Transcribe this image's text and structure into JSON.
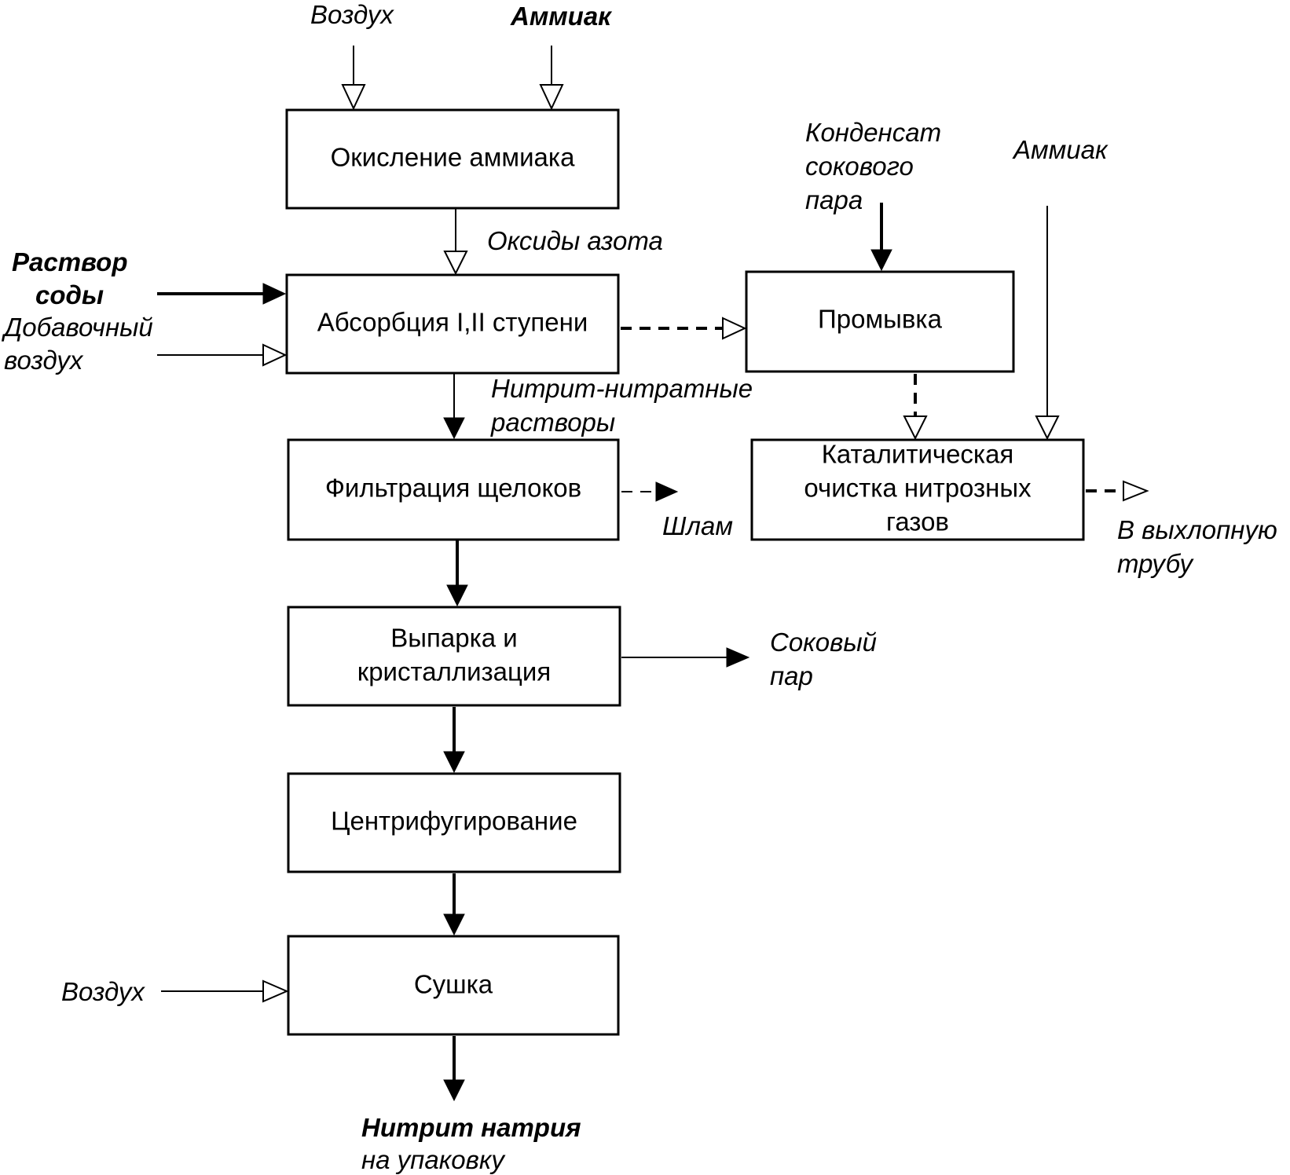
{
  "diagram": {
    "processes": {
      "oxidation": "Окисление аммиака",
      "absorption": "Абсорбция I,II ступени",
      "washing": "Промывка",
      "filtration": "Фильтрация щелоков",
      "catalytic": [
        "Каталитическая",
        "очистка нитрозных",
        "газов"
      ],
      "evaporation": [
        "Выпарка и",
        "кристаллизация"
      ],
      "centrifuge": "Центрифугирование",
      "drying": "Сушка"
    },
    "labels": {
      "air_top": "Воздух",
      "ammonia_top": "Аммиак",
      "nitrogen_oxides": "Оксиды азота",
      "soda_solution": [
        "Раствор",
        "соды"
      ],
      "extra_air": [
        "Добавочный",
        "воздух"
      ],
      "condensate": [
        "Конденсат",
        "сокового",
        "пара"
      ],
      "ammonia_right": "Аммиак",
      "nitrite_nitrate": [
        "Нитрит-нитратные",
        "растворы"
      ],
      "sludge": "Шлам",
      "exhaust": [
        "В выхлопную",
        "трубу"
      ],
      "juice_steam": [
        "Соковый",
        "пар"
      ],
      "air_drying": "Воздух",
      "product": [
        "Нитрит натрия",
        "на упаковку"
      ]
    }
  }
}
